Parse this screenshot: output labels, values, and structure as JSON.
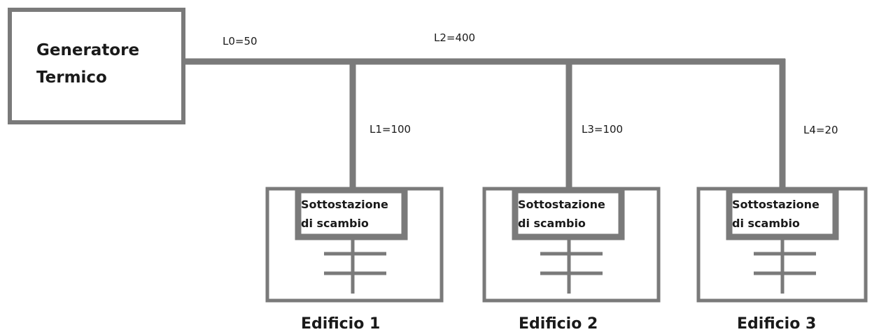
{
  "generator": {
    "line1": "Generatore",
    "line2": "Termico"
  },
  "pipes": {
    "l0": "L0=50",
    "l1": "L1=100",
    "l2": "L2=400",
    "l3": "L3=100",
    "l4": "L4=20"
  },
  "buildings": [
    {
      "name": "Edificio 1",
      "substation_line1": "Sottostazione",
      "substation_line2": "di scambio"
    },
    {
      "name": "Edificio 2",
      "substation_line1": "Sottostazione",
      "substation_line2": "di scambio"
    },
    {
      "name": "Edificio 3",
      "substation_line1": "Sottostazione",
      "substation_line2": "di scambio"
    }
  ],
  "colors": {
    "line": "#7a7a7a",
    "text": "#1a1a1a",
    "background": "#ffffff"
  }
}
